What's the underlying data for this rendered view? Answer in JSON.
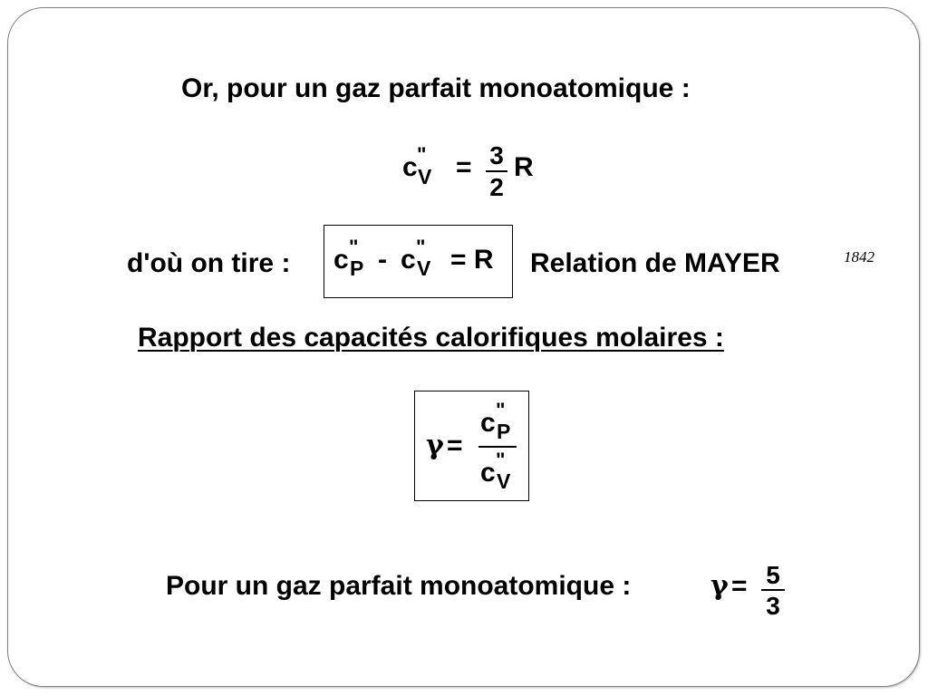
{
  "title": "Or, pour un gaz parfait monoatomique :",
  "formula_cv": {
    "c": "c",
    "double_prime": "\"",
    "sub": "V",
    "equals": "=",
    "numerator": "3",
    "denominator": "2",
    "rhs": "R"
  },
  "mayer": {
    "lead": "d'où on tire :",
    "cp": "c",
    "cp_prime": "\"",
    "cp_sub": "P",
    "minus": "-",
    "cv": "c",
    "cv_prime": "\"",
    "cv_sub": "V",
    "equals_r": "= R",
    "label": "Relation de MAYER",
    "year": "1842"
  },
  "ratio_heading": "Rapport des capacités calorifiques molaires :",
  "gamma_box": {
    "gamma": "γ",
    "equals": "=",
    "num_c": "c",
    "num_prime": "\"",
    "num_sub": "P",
    "den_c": "c",
    "den_prime": "\"",
    "den_sub": "V"
  },
  "final": {
    "text": "Pour un gaz parfait monoatomique :",
    "gamma": "γ",
    "equals": "=",
    "numerator": "5",
    "denominator": "3"
  }
}
